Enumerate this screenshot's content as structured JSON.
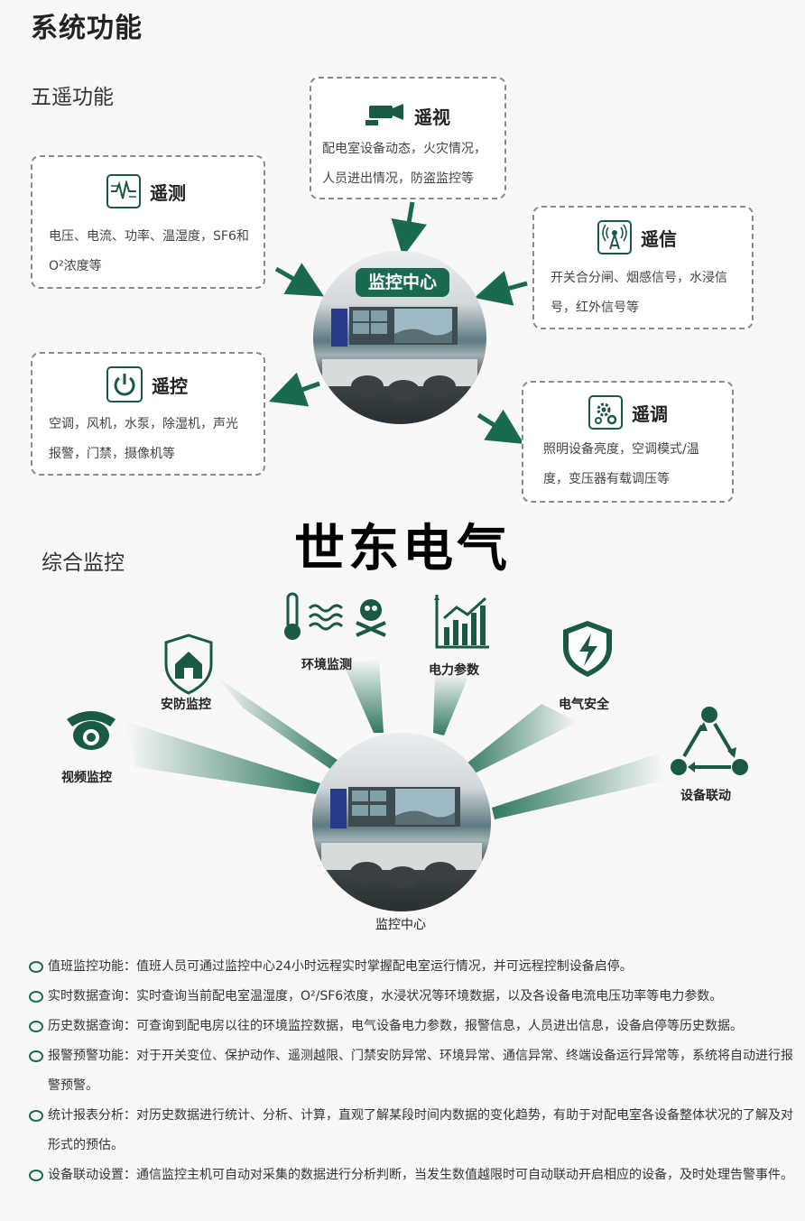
{
  "page_title": "系统功能",
  "section1": {
    "title": "五遥功能",
    "cards": [
      {
        "id": "remote-view",
        "title": "遥视",
        "lines": [
          "配电室设备动态，火灾情况，",
          "人员进出情况，防盗监控等"
        ],
        "icon": "camera-icon"
      },
      {
        "id": "remote-measure",
        "title": "遥测",
        "lines": [
          "电压、电流、功率、温湿度，SF6和",
          "O²浓度等"
        ],
        "icon": "waveform-icon"
      },
      {
        "id": "remote-signal",
        "title": "遥信",
        "lines": [
          "开关合分闸、烟感信号，水浸信",
          "号，红外信号等"
        ],
        "icon": "antenna-icon"
      },
      {
        "id": "remote-control",
        "title": "遥控",
        "lines": [
          "空调，风机，水泵，除湿机，声光",
          "报警，门禁，摄像机等"
        ],
        "icon": "power-icon"
      },
      {
        "id": "remote-adjust",
        "title": "遥调",
        "lines": [
          "照明设备亮度，空调模式/温",
          "度，变压器有载调压等"
        ],
        "icon": "gear-icon"
      }
    ],
    "hub_label": "监控中心"
  },
  "watermark": "世东电气",
  "section2": {
    "title": "综合监控",
    "categories": {
      "video": "视频监控",
      "security": "安防监控",
      "environment": "环境监测",
      "power": "电力参数",
      "electrical_safety": "电气安全",
      "linkage": "设备联动"
    },
    "hub_label": "监控中心"
  },
  "descriptions": [
    "值班监控功能：值班人员可通过监控中心24小时远程实时掌握配电室运行情况，并可远程控制设备启停。",
    "实时数据查询：实时查询当前配电室温湿度，O²/SF6浓度，水浸状况等环境数据，以及各设备电流电压功率等电力参数。",
    "历史数据查询：可查询到配电房以往的环境监控数据，电气设备电力参数，报警信息，人员进出信息，设备启停等历史数据。",
    "报警预警功能：对于开关变位、保护动作、遥测越限、门禁安防异常、环境异常、通信异常、终端设备运行异常等，系统将自动进行报警预警。",
    "统计报表分析：对历史数据进行统计、分析、计算，直观了解某段时间内数据的变化趋势，有助于对配电室各设备整体状况的了解及对形式的预估。",
    "设备联动设置：通信监控主机可自动对采集的数据进行分析判断，当发生数值越限时可自动联动开启相应的设备，及时处理告警事件。"
  ],
  "colors": {
    "accent": "#1a6a52",
    "dark_green": "#1a5a45"
  }
}
